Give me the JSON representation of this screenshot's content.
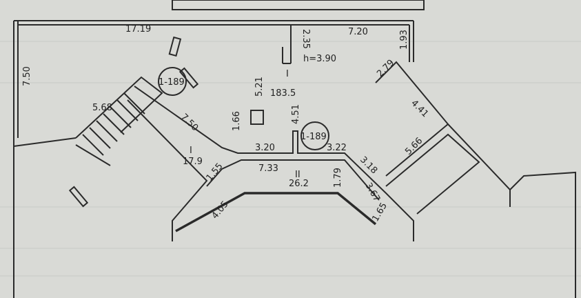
{
  "plan": {
    "dims": {
      "top_left_width": "17.19",
      "top_notch": "2.35",
      "top_right_width": "7.20",
      "right_top_wall": "1.93",
      "height_label": "h=3.90",
      "left_height": "7.50",
      "center_vertical": "5.21",
      "diag_wall": "2.79",
      "stair_length": "5.68",
      "corridor_diag": "7.50",
      "column_size": "1.66",
      "niche_height": "4.51",
      "right_diag": "4.41",
      "right_room": "5.66",
      "corr_left": "3.20",
      "corr_right": "3.22",
      "corr_diag_right": "3.18",
      "door_width": "1.55",
      "corr_length": "7.33",
      "corr_height": "1.79",
      "diag_lower_a": "3.67",
      "diag_lower_b": "1.65",
      "lower_left_diag": "4.05"
    },
    "markers": {
      "section_a": "1-189",
      "section_b": "1-189"
    },
    "rooms": {
      "main_num": "I",
      "main_area": "183.5",
      "stair_num": "I",
      "stair_area": "17.9",
      "corridor_num": "II",
      "corridor_area": "26.2"
    }
  }
}
